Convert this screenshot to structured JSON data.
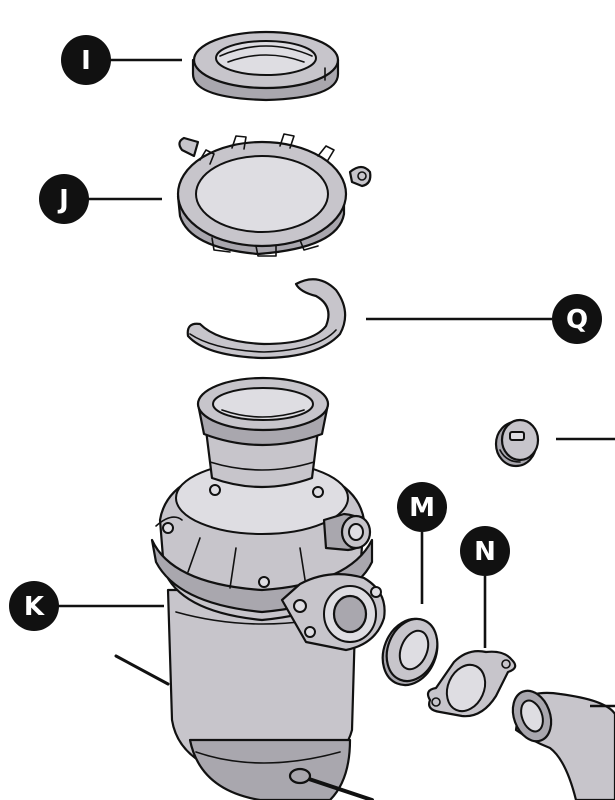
{
  "callouts": {
    "I": "I",
    "J": "J",
    "Q": "Q",
    "K": "K",
    "M": "M",
    "N": "N"
  }
}
